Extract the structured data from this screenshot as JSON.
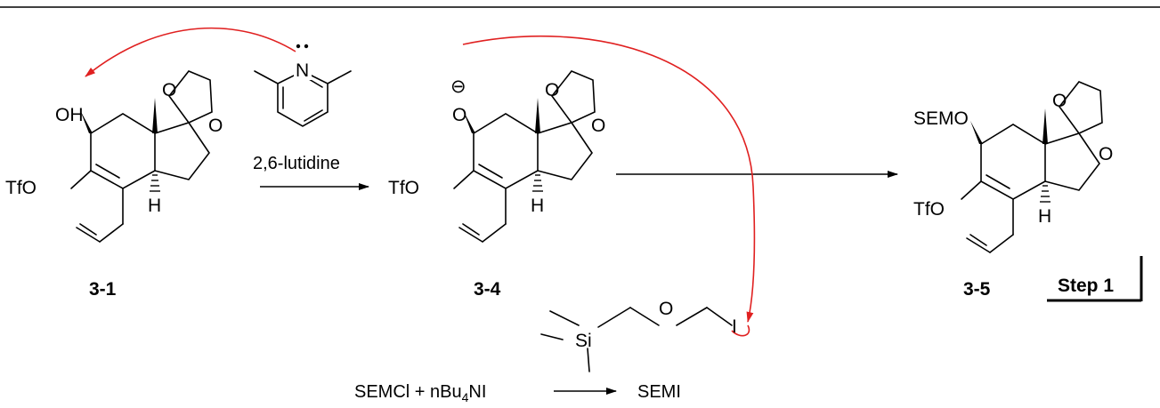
{
  "colors": {
    "ink": "#000000",
    "curved_arrow": "#e02020"
  },
  "compounds": {
    "c31": {
      "label": "3-1",
      "oh": "OH",
      "tfo": "TfO",
      "o_top": "O",
      "o_right": "O",
      "h": "H"
    },
    "c34": {
      "label": "3-4",
      "o_anion": "O",
      "charge": "⊖",
      "tfo": "TfO",
      "o_top": "O",
      "o_right": "O",
      "h": "H"
    },
    "c35": {
      "label": "3-5",
      "semo": "SEMO",
      "tfo": "TfO",
      "o_top": "O",
      "o_right": "O",
      "h": "H"
    }
  },
  "base": {
    "name": "2,6-lutidine",
    "n": "N",
    "lone_pair": ":"
  },
  "reagent_semi": {
    "si": "Si",
    "o": "O",
    "i": "I"
  },
  "prep": {
    "left_main": "SEMCl + nBu",
    "left_sub": "4",
    "left_tail": "NI",
    "right": "SEMI"
  },
  "step_box": {
    "label": "Step 1"
  }
}
